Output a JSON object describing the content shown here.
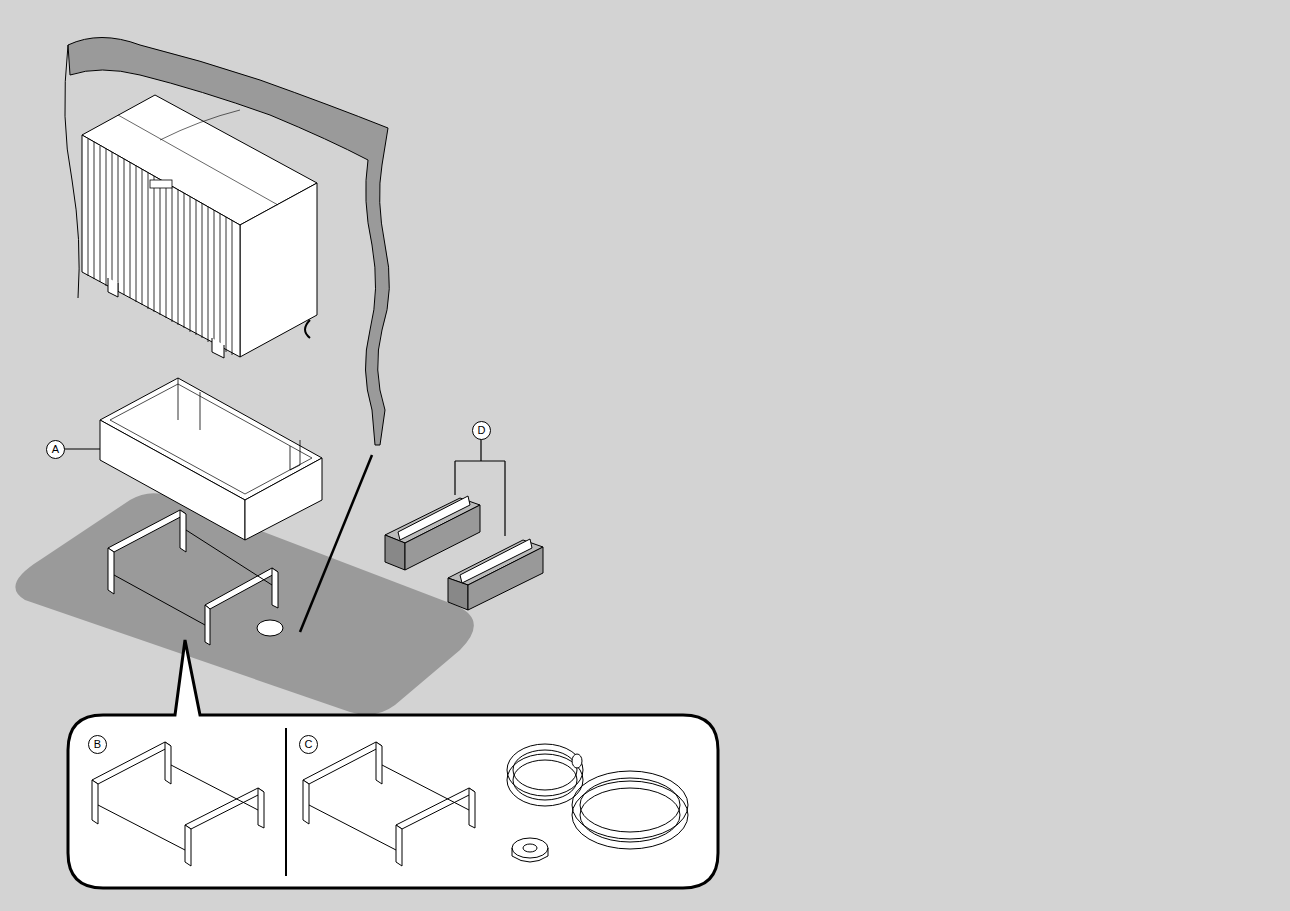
{
  "diagram": {
    "labels": [
      "D",
      "A",
      "B",
      "C"
    ]
  }
}
